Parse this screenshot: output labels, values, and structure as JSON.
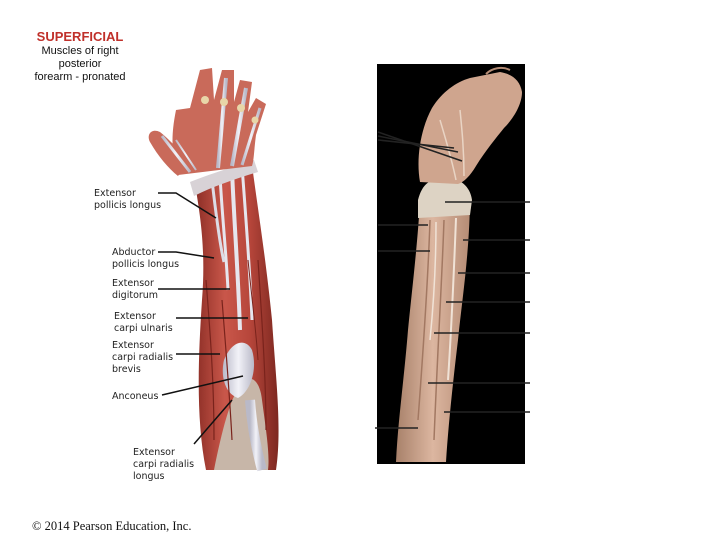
{
  "header": {
    "title": "SUPERFICIAL",
    "subtitle": "Muscles of right\nposterior\nforearm - pronated"
  },
  "labels": [
    {
      "id": "extensor-pollicis-longus",
      "text": "Extensor\npollicis longus"
    },
    {
      "id": "abductor-pollicis-longus",
      "text": "Abductor\npollicis longus"
    },
    {
      "id": "extensor-digitorum",
      "text": "Extensor\ndigitorum"
    },
    {
      "id": "extensor-carpi-ulnaris",
      "text": "Extensor\ncarpi ulnaris"
    },
    {
      "id": "extensor-carpi-radialis-brevis",
      "text": "Extensor\ncarpi radialis\nbrevis"
    },
    {
      "id": "anconeus",
      "text": "Anconeus"
    },
    {
      "id": "extensor-carpi-radialis-longus",
      "text": "Extensor\ncarpi radialis\nlongus"
    }
  ],
  "footer": {
    "copyright": "© 2014 Pearson Education, Inc."
  },
  "colors": {
    "title": "#c0302a",
    "muscle": "#b5473b",
    "tendon": "#dcdce6",
    "photo_background": "#000000",
    "specimen": "#cfa58e"
  }
}
